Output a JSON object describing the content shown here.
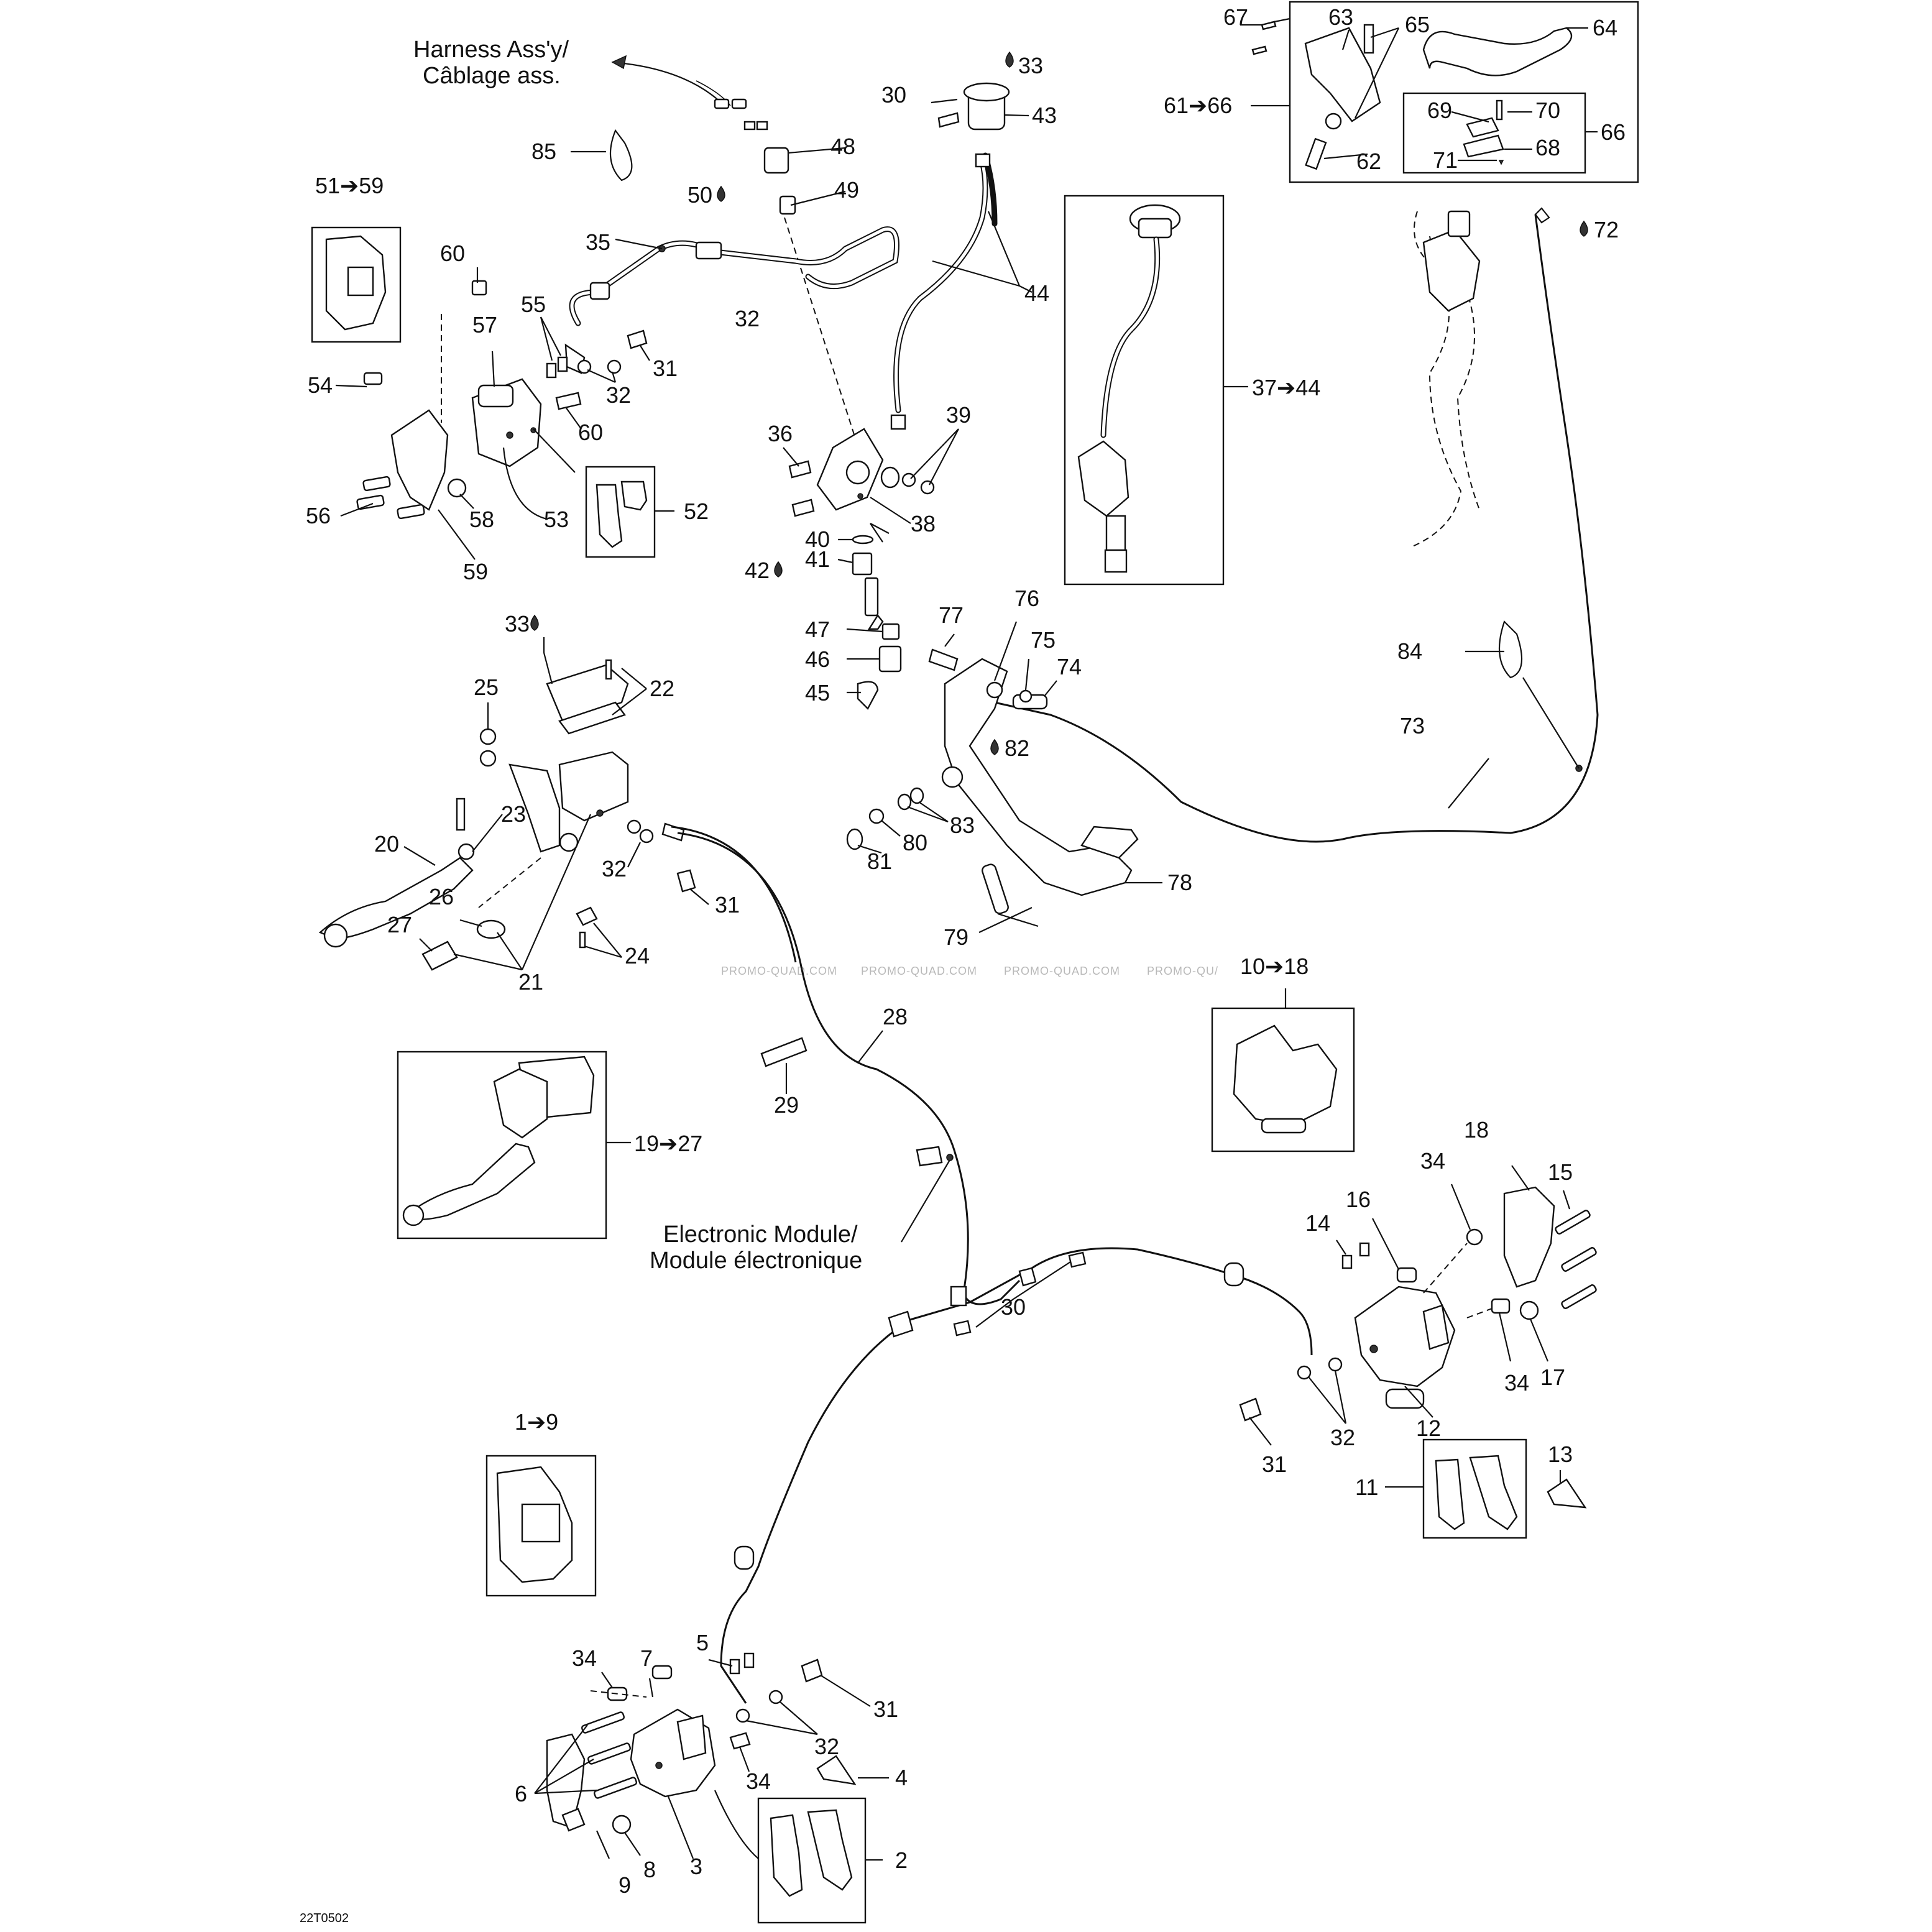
{
  "diagram": {
    "document_code": "22T0502",
    "watermark": [
      "PROMO-QUAD.COM",
      "PROMO-QUAD.COM",
      "PROMO-QUAD.COM",
      "PROMO-QU/"
    ],
    "callouts": {
      "harness_en": "Harness Ass'y/",
      "harness_fr": "Câblage ass.",
      "module_en": "Electronic Module/",
      "module_fr": "Module électronique"
    },
    "kit_labels": {
      "k1_9": "1➔9",
      "k10_18": "10➔18",
      "k19_27": "19➔27",
      "k37_44": "37➔44",
      "k51_59": "51➔59",
      "k61_66": "61➔66"
    },
    "fluid_labels": {
      "f33a": "33",
      "f33b": "33",
      "f42": "42",
      "f50": "50",
      "f72": "72",
      "f82": "82"
    },
    "part_numbers": {
      "n2": "2",
      "n3": "3",
      "n4": "4",
      "n5": "5",
      "n6": "6",
      "n7": "7",
      "n8": "8",
      "n9": "9",
      "n11": "11",
      "n12": "12",
      "n13": "13",
      "n14": "14",
      "n15": "15",
      "n16": "16",
      "n17": "17",
      "n18": "18",
      "n20": "20",
      "n21": "21",
      "n22": "22",
      "n23": "23",
      "n24": "24",
      "n25": "25",
      "n26": "26",
      "n27": "27",
      "n28": "28",
      "n29": "29",
      "n30a": "30",
      "n30b": "30",
      "n31a": "31",
      "n31b": "31",
      "n31c": "31",
      "n31d": "31",
      "n32a": "32",
      "n32b": "32",
      "n32c": "32",
      "n32d": "32",
      "n32e": "32",
      "n34a": "34",
      "n34b": "34",
      "n34c": "34",
      "n34d": "34",
      "n35": "35",
      "n36": "36",
      "n38": "38",
      "n39": "39",
      "n40": "40",
      "n41": "41",
      "n43": "43",
      "n44": "44",
      "n45": "45",
      "n46": "46",
      "n47": "47",
      "n48": "48",
      "n49": "49",
      "n52": "52",
      "n53": "53",
      "n54": "54",
      "n55": "55",
      "n56": "56",
      "n57": "57",
      "n58": "58",
      "n59": "59",
      "n60a": "60",
      "n60b": "60",
      "n62": "62",
      "n63": "63",
      "n64": "64",
      "n65": "65",
      "n66": "66",
      "n67": "67",
      "n68": "68",
      "n69": "69",
      "n70": "70",
      "n71": "71",
      "n73": "73",
      "n74": "74",
      "n75": "75",
      "n76": "76",
      "n77": "77",
      "n78": "78",
      "n79": "79",
      "n80": "80",
      "n81": "81",
      "n83": "83",
      "n84": "84",
      "n85": "85"
    }
  }
}
